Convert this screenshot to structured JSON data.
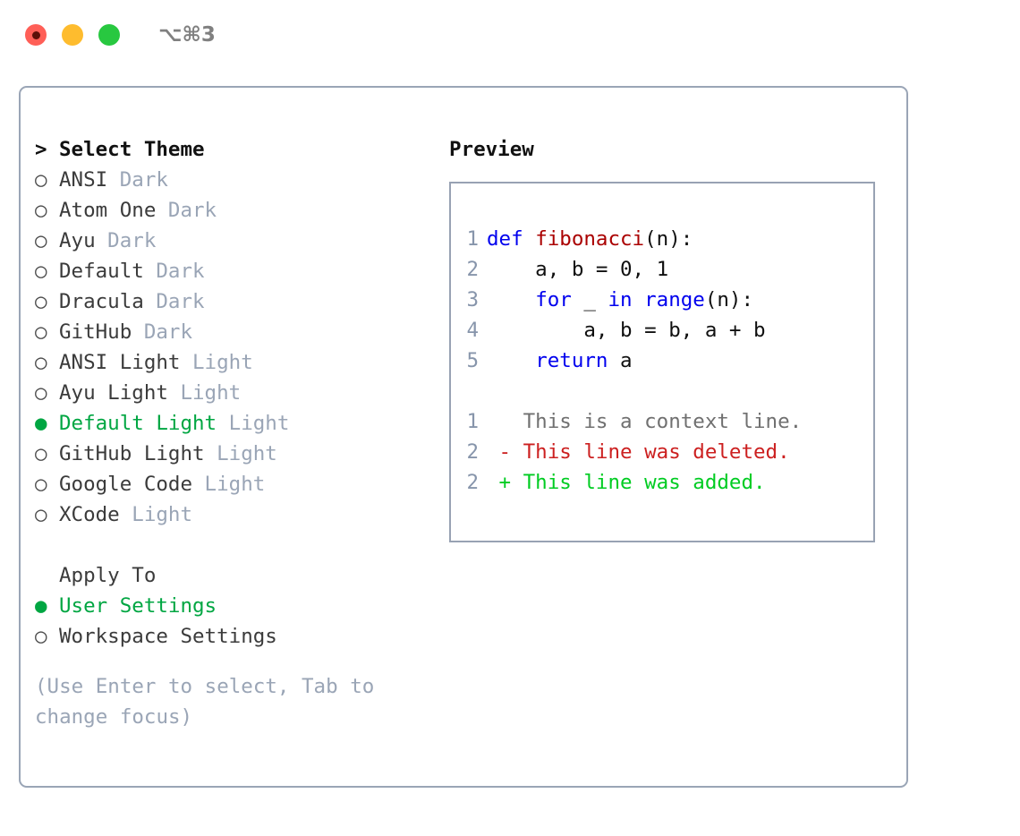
{
  "titlebar": {
    "shortcut": "⌥⌘3",
    "buttons": [
      {
        "name": "close",
        "color": "#ff5f57"
      },
      {
        "name": "minimize",
        "color": "#febc2e"
      },
      {
        "name": "maximize",
        "color": "#28c840"
      }
    ]
  },
  "theme_picker": {
    "header_prefix": ">",
    "header": "Select Theme",
    "bullet_unselected": "○",
    "bullet_selected": "●",
    "items": [
      {
        "name": "ANSI",
        "category": "Dark",
        "selected": false
      },
      {
        "name": "Atom One",
        "category": "Dark",
        "selected": false
      },
      {
        "name": "Ayu",
        "category": "Dark",
        "selected": false
      },
      {
        "name": "Default",
        "category": "Dark",
        "selected": false
      },
      {
        "name": "Dracula",
        "category": "Dark",
        "selected": false
      },
      {
        "name": "GitHub",
        "category": "Dark",
        "selected": false
      },
      {
        "name": "ANSI Light",
        "category": "Light",
        "selected": false
      },
      {
        "name": "Ayu Light",
        "category": "Light",
        "selected": false
      },
      {
        "name": "Default Light",
        "category": "Light",
        "selected": true
      },
      {
        "name": "GitHub Light",
        "category": "Light",
        "selected": false
      },
      {
        "name": "Google Code",
        "category": "Light",
        "selected": false
      },
      {
        "name": "XCode",
        "category": "Light",
        "selected": false
      }
    ]
  },
  "apply_to": {
    "label": "Apply To",
    "options": [
      {
        "label": "User Settings",
        "selected": true
      },
      {
        "label": "Workspace Settings",
        "selected": false
      }
    ]
  },
  "hint": "(Use Enter to select, Tab to change focus)",
  "preview": {
    "title": "Preview",
    "code_lines": [
      {
        "num": "1",
        "tokens": [
          {
            "text": "def ",
            "type": "kw"
          },
          {
            "text": "fibonacci",
            "type": "fn"
          },
          {
            "text": "(n):",
            "type": "plain"
          }
        ]
      },
      {
        "num": "2",
        "tokens": [
          {
            "text": "    a, b = 0, 1",
            "type": "plain"
          }
        ]
      },
      {
        "num": "3",
        "tokens": [
          {
            "text": "    ",
            "type": "plain"
          },
          {
            "text": "for",
            "type": "kw"
          },
          {
            "text": " _ ",
            "type": "plain"
          },
          {
            "text": "in",
            "type": "kw"
          },
          {
            "text": " ",
            "type": "plain"
          },
          {
            "text": "range",
            "type": "kw"
          },
          {
            "text": "(n):",
            "type": "plain"
          }
        ]
      },
      {
        "num": "4",
        "tokens": [
          {
            "text": "        a, b = b, a + b",
            "type": "plain"
          }
        ]
      },
      {
        "num": "5",
        "tokens": [
          {
            "text": "    ",
            "type": "plain"
          },
          {
            "text": "return",
            "type": "kw"
          },
          {
            "text": " a",
            "type": "plain"
          }
        ]
      }
    ],
    "diff_lines": [
      {
        "num": "1",
        "marker": " ",
        "text": "This is a context line.",
        "type": "ctx"
      },
      {
        "num": "2",
        "marker": "-",
        "text": "This line was deleted.",
        "type": "del"
      },
      {
        "num": "2",
        "marker": "+",
        "text": "This line was added.",
        "type": "add"
      }
    ]
  },
  "colors": {
    "accent_green": "#00a642",
    "muted": "#9aa5b6",
    "keyword_blue": "#0000ee",
    "function_red": "#aa0000",
    "diff_delete": "#cc2020",
    "diff_add": "#00cc22",
    "border": "#9aa5b6"
  }
}
